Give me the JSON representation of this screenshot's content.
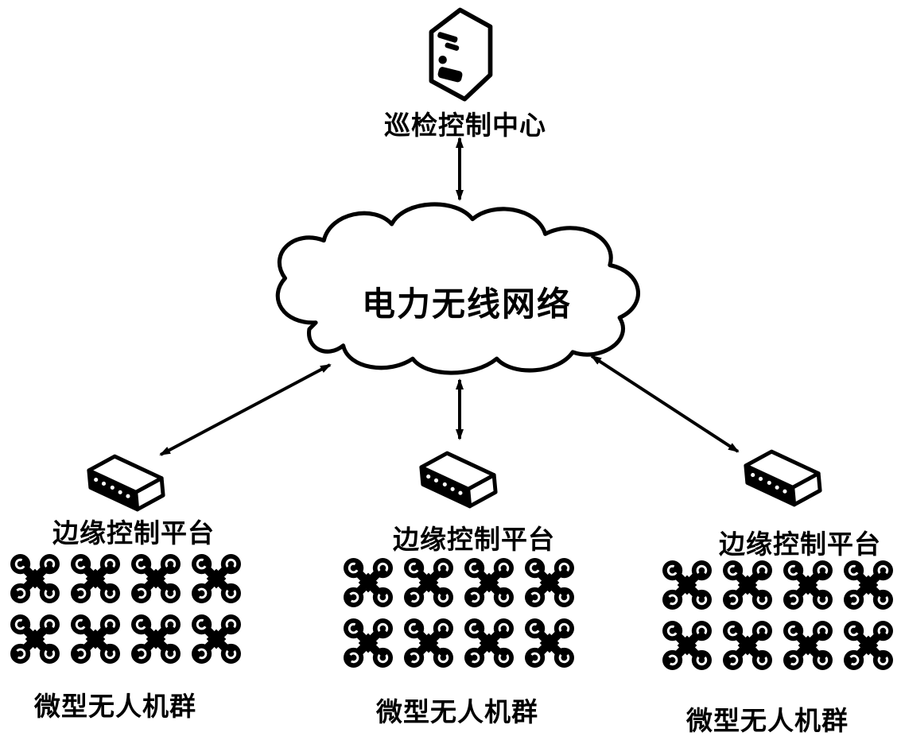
{
  "diagram": {
    "title": "",
    "control_center": {
      "label": "巡检控制中心"
    },
    "network_cloud": {
      "label": "电力无线网络"
    },
    "edge_platforms": [
      {
        "label": "边缘控制平台"
      },
      {
        "label": "边缘控制平台"
      },
      {
        "label": "边缘控制平台"
      }
    ],
    "drone_swarms": [
      {
        "label": "微型无人机群",
        "drone_count": 8,
        "rows": 2,
        "cols": 4
      },
      {
        "label": "微型无人机群",
        "drone_count": 8,
        "rows": 2,
        "cols": 4
      },
      {
        "label": "微型无人机群",
        "drone_count": 8,
        "rows": 2,
        "cols": 4
      }
    ],
    "connections": [
      {
        "from": "control_center",
        "to": "network_cloud",
        "style": "double-arrow"
      },
      {
        "from": "network_cloud",
        "to": "edge_platform_1",
        "style": "double-arrow"
      },
      {
        "from": "network_cloud",
        "to": "edge_platform_2",
        "style": "double-arrow"
      },
      {
        "from": "network_cloud",
        "to": "edge_platform_3",
        "style": "double-arrow"
      }
    ],
    "colors": {
      "line": "#000000",
      "background": "#ffffff"
    }
  }
}
